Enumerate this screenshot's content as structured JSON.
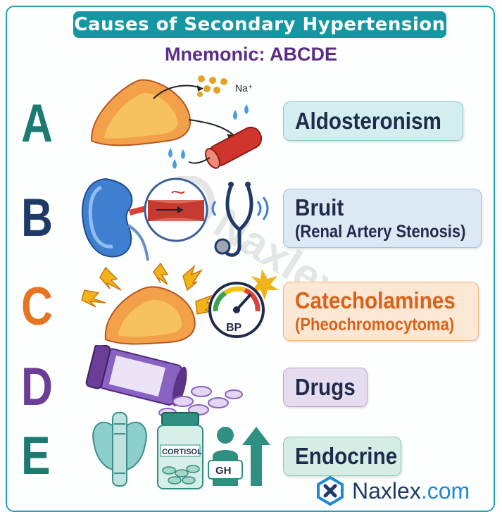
{
  "header": {
    "title": "Causes of Secondary Hypertension",
    "subtitle": "Mnemonic: ABCDE"
  },
  "colors": {
    "teal": "#1597a3",
    "navy": "#1f2b4a",
    "orange": "#e87422",
    "purple": "#6a3d96",
    "green": "#1c7a72"
  },
  "rows": [
    {
      "letter": "A",
      "label": "Aldosteronism",
      "sublabel": "",
      "icon": "adrenal-gland-sodium-icon"
    },
    {
      "letter": "B",
      "label": "Bruit",
      "sublabel": "(Renal Artery Stenosis)",
      "icon": "kidney-stethoscope-icon"
    },
    {
      "letter": "C",
      "label": "Catecholamines",
      "sublabel": "(Pheochromocytoma)",
      "icon": "adrenal-bp-gauge-icon"
    },
    {
      "letter": "D",
      "label": "Drugs",
      "sublabel": "",
      "icon": "pill-bottle-icon"
    },
    {
      "letter": "E",
      "label": "Endocrine",
      "sublabel": "",
      "icon": "thyroid-cortisol-gh-icon"
    }
  ],
  "illustration_text": {
    "sodium": "Na⁺",
    "bp": "BP",
    "cortisol": "CORTISOL",
    "gh": "GH"
  },
  "watermark": "Naxlex",
  "logo": {
    "name": "Naxlex",
    "domain": ".com"
  }
}
